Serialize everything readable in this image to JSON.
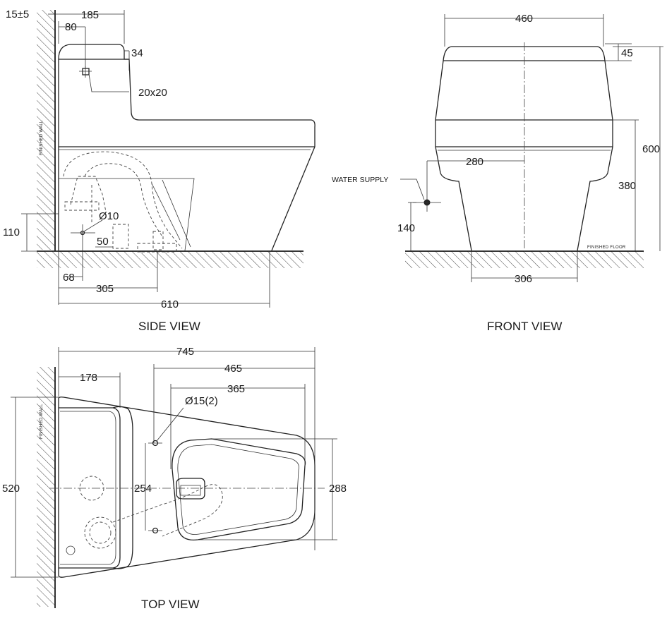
{
  "views": {
    "side": {
      "caption": "SIDE VIEW",
      "dims": {
        "wall_tolerance": "15±5",
        "top_depth": "185",
        "inlet_from_wall": "80",
        "lid_thickness": "34",
        "square_inlet": "20x20",
        "diameter_10": "Ø10",
        "height_110": "110",
        "offset_50": "50",
        "offset_68": "68",
        "outlet_305": "305",
        "depth_610": "610"
      },
      "wall_label": "FINISHED WALL"
    },
    "front": {
      "caption": "FRONT VIEW",
      "dims": {
        "width_460": "460",
        "lid_45": "45",
        "supply_280": "280",
        "height_600": "600",
        "height_380": "380",
        "supply_140": "140",
        "base_306": "306"
      },
      "water_supply_label": "WATER SUPPLY",
      "floor_label": "FINISHED FLOOR"
    },
    "top": {
      "caption": "TOP VIEW",
      "dims": {
        "length_745": "745",
        "bowl_465": "465",
        "bowl_365": "365",
        "tank_178": "178",
        "holes": "Ø15(2)",
        "width_520": "520",
        "hole_spacing_254": "254",
        "bowl_width_288": "288"
      },
      "wall_label": "FINISHED WALL"
    }
  },
  "colors": {
    "line": "#1a1a1a",
    "background": "#ffffff"
  }
}
